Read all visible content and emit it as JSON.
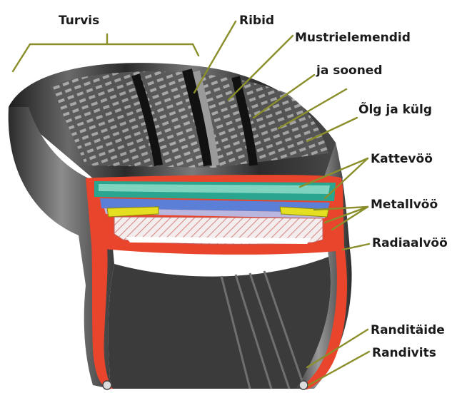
{
  "labels": {
    "tread": "Turvis",
    "ribs": "Ribid",
    "tread_elements_line1": "Mustrielemendid",
    "tread_elements_line2": "ja sooned",
    "shoulder_sidewall": "Õlg ja külg",
    "cap_ply": "Kattevöö",
    "steel_belt": "Metallvöö",
    "radial_ply": "Radiaalvöö",
    "bead_filler": "Randitäide",
    "bead_wire": "Randivits"
  },
  "colors": {
    "leader": "#8a8f2a",
    "inner_liner": "#e8452c",
    "cap_ply": "#2aa58f",
    "cap_ply_light": "#7fd4c0",
    "belt_blue": "#5b7fd6",
    "belt_lavender": "#b9b6e0",
    "steel_belt": "#e4df20",
    "radial_ply_hatch": "#d88a8a",
    "rubber_dark": "#222222",
    "rubber_mid": "#555555",
    "rubber_light": "#8a8a8a"
  }
}
